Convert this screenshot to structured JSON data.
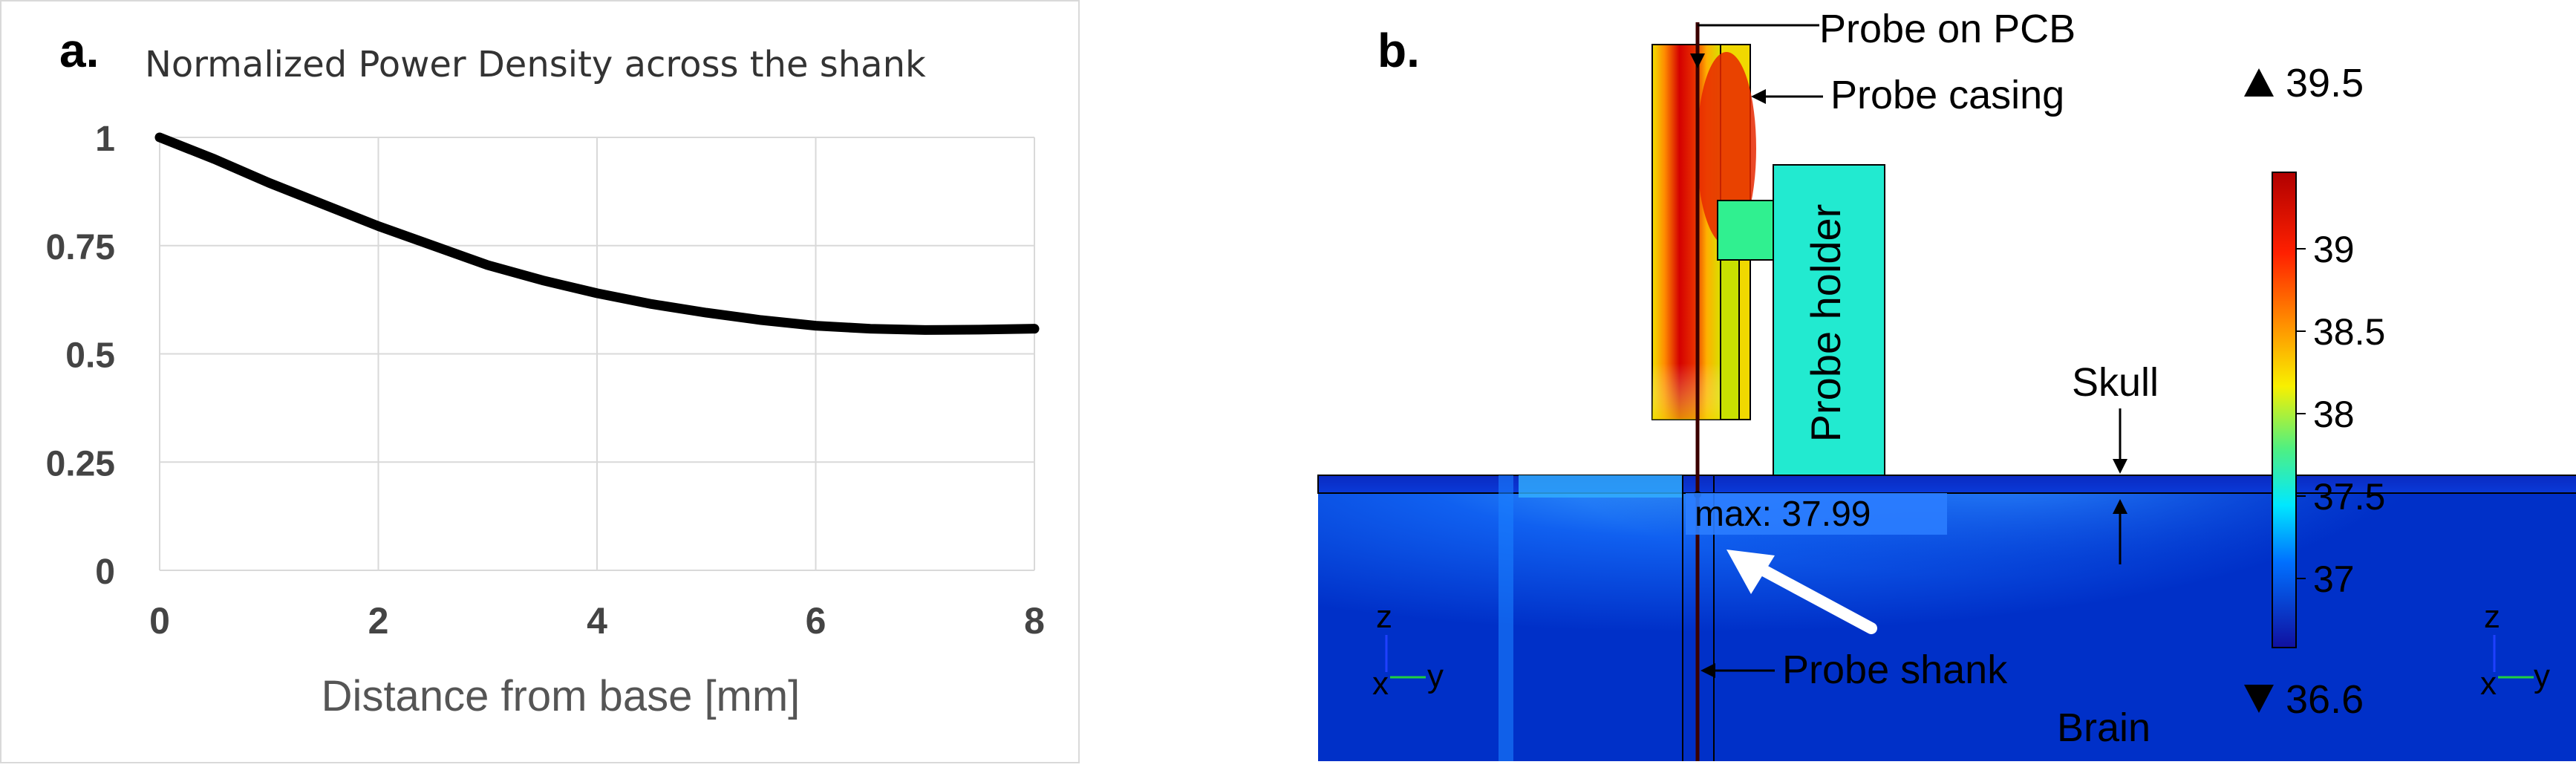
{
  "panel_a": {
    "label": "a.",
    "chart_data": {
      "type": "line",
      "title": "Normalized Power Density across the shank",
      "xlabel": "Distance from base [mm]",
      "ylabel": "",
      "xlim": [
        0,
        8
      ],
      "ylim": [
        0,
        1
      ],
      "xticks": [
        0,
        2,
        4,
        6,
        8
      ],
      "ytick_labels": [
        "0",
        "0.25",
        "0.5",
        "0.75",
        "1"
      ],
      "yticks": [
        0,
        0.25,
        0.5,
        0.75,
        1
      ],
      "grid": true,
      "series": [
        {
          "color": "#000000",
          "x": [
            0,
            0.5,
            1,
            1.5,
            2,
            2.5,
            3,
            3.5,
            4,
            4.5,
            5,
            5.5,
            6,
            6.5,
            7,
            7.5,
            8
          ],
          "y": [
            1.0,
            0.95,
            0.895,
            0.845,
            0.795,
            0.75,
            0.705,
            0.67,
            0.64,
            0.615,
            0.595,
            0.578,
            0.565,
            0.558,
            0.555,
            0.556,
            0.558
          ]
        }
      ]
    }
  },
  "panel_b": {
    "label": "b.",
    "annotations": {
      "probe_on_pcb": "Probe on PCB",
      "probe_casing": "Probe casing",
      "probe_holder": "Probe holder",
      "skull": "Skull",
      "max_label": "max: 37.99",
      "probe_shank": "Probe shank",
      "brain": "Brain"
    },
    "colorbar": {
      "max_marker": "39.5",
      "min_marker": "36.6",
      "tick_labels": [
        "39",
        "38.5",
        "38",
        "37.5",
        "37"
      ]
    },
    "axis_triads": {
      "z_label": "z",
      "x_label": "x",
      "y_label": "y"
    },
    "colors": {
      "hot": "#d40000",
      "warm": "#f0e000",
      "mid": "#1fe8b8",
      "cool": "#0040e0",
      "background": "#0030c8"
    }
  }
}
